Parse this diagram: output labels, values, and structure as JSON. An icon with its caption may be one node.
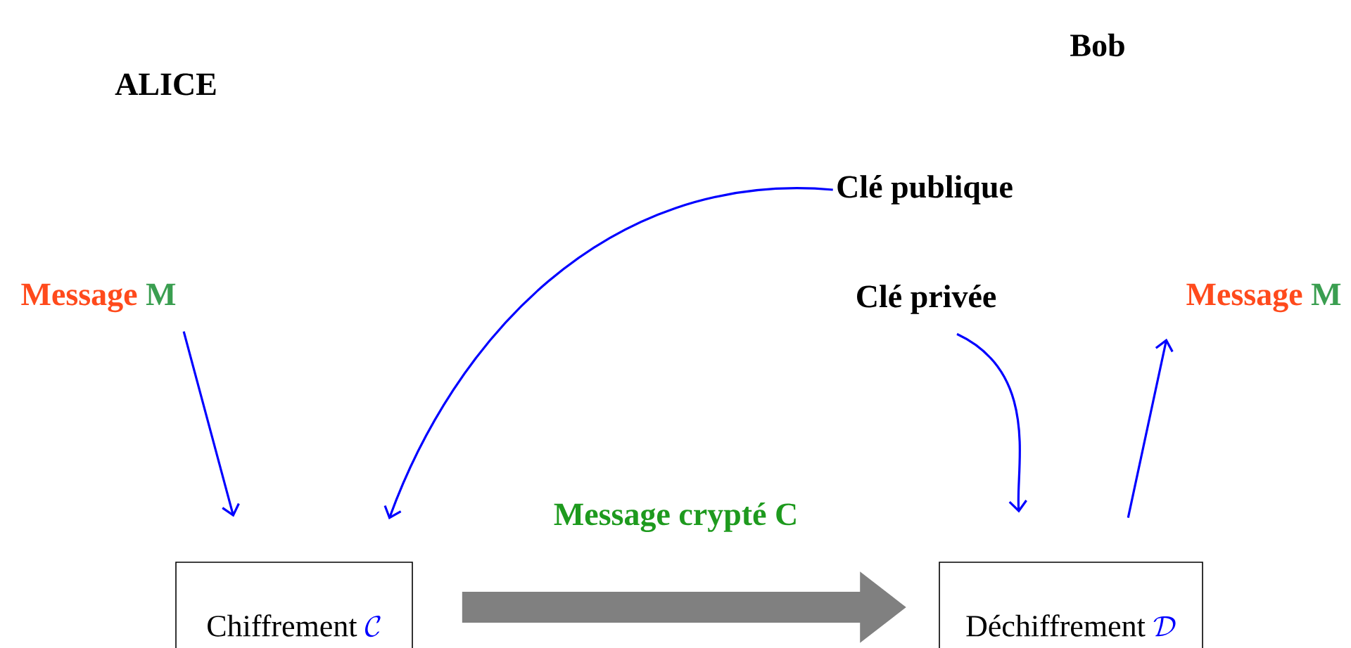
{
  "diagram": {
    "nodes": [
      {
        "text": [
          "Message",
          "M"
        ]
      },
      {
        "text": [
          "Chiffrement",
          "\\mathcal{C}"
        ]
      },
      {
        "text": [
          "Clé publique"
        ]
      },
      {
        "text": [
          "Clé privée"
        ]
      },
      {
        "text": [
          "Déchiffrement",
          "\\mathcal{D}"
        ]
      },
      {
        "text": [
          "Message",
          "M"
        ]
      }
    ],
    "edges": [
      {
        "from": 0,
        "to": 1,
        "arrow": "to"
      },
      {
        "from": 2,
        "to": 1,
        "arrow": "to"
      },
      {
        "from": 1,
        "to": 4,
        "arrow": "to",
        "label": "Message crypté C",
        "style": "thick",
        "color": "#808080"
      },
      {
        "from": 3,
        "to": 4,
        "arrow": "to"
      },
      {
        "from": 4,
        "to": 5,
        "arrow": "to"
      }
    ],
    "labels": [
      "ALICE",
      "Bob"
    ]
  }
}
